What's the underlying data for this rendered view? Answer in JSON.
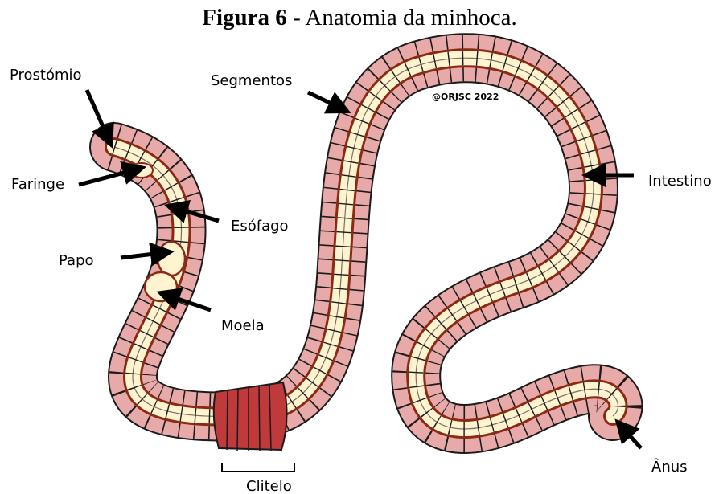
{
  "caption": {
    "figure_label": "Figura 6",
    "separator": " - ",
    "text": "Anatomia da minhoca."
  },
  "labels": {
    "prostomio": "Prostómio",
    "faringe": "Faringe",
    "esofago": "Esófago",
    "papo": "Papo",
    "moela": "Moela",
    "segmentos": "Segmentos",
    "intestino": "Intestino",
    "clitelo": "Clitelo",
    "anus": "Ânus"
  },
  "watermark": "@ORJSC 2022",
  "colors": {
    "body": "#e8a9a9",
    "outline": "#1a1a1a",
    "gut_border": "#8b2a14",
    "gut": "#fff4cf",
    "clitellum": "#c0393b",
    "arrow": "#000000"
  }
}
